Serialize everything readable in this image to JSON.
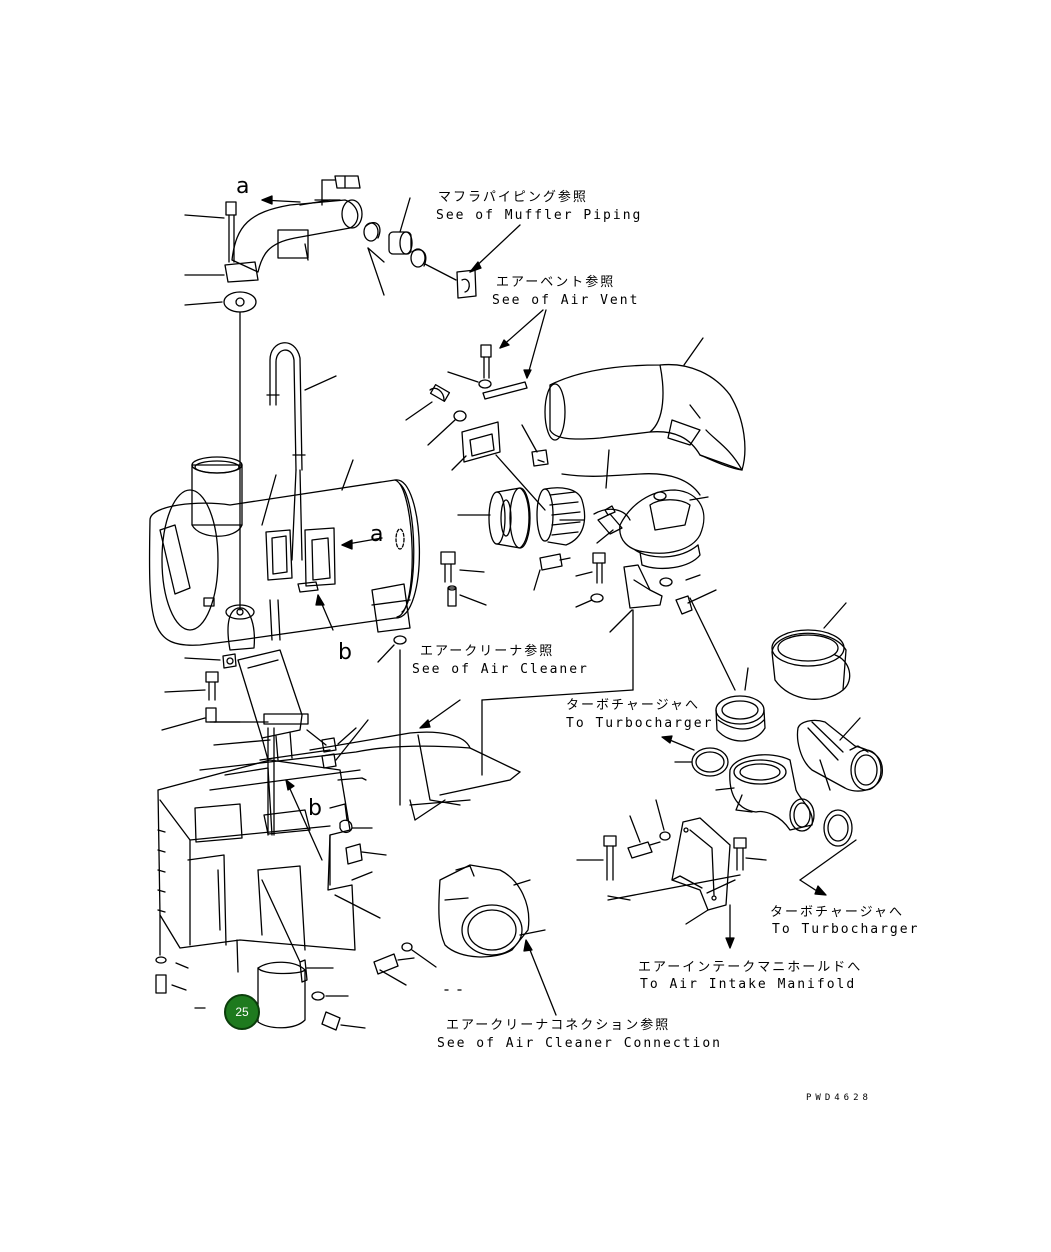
{
  "labels": {
    "muffler_jp": "マフラパイピング参照",
    "muffler_en": "See of Muffler Piping",
    "airvent_jp": "エアーベント参照",
    "airvent_en": "See of Air Vent",
    "aircleaner_jp": "エアークリーナ参照",
    "aircleaner_en": "See of Air Cleaner",
    "turbo1_jp": "ターボチャージャへ",
    "turbo1_en": "To Turbocharger",
    "turbo2_jp": "ターボチャージャへ",
    "turbo2_en": "To Turbocharger",
    "intake_jp": "エアーインテークマニホールドへ",
    "intake_en": "To Air Intake Manifold",
    "connection_jp": "エアークリーナコネクション参照",
    "connection_en": "See of Air Cleaner Connection"
  },
  "refs": {
    "a_top": "a",
    "a_mid": "a",
    "b_left": "b",
    "b_mid": "b"
  },
  "drawing_code": "PWD4628",
  "callout": {
    "number": "25",
    "color": "#1e7a1e"
  }
}
